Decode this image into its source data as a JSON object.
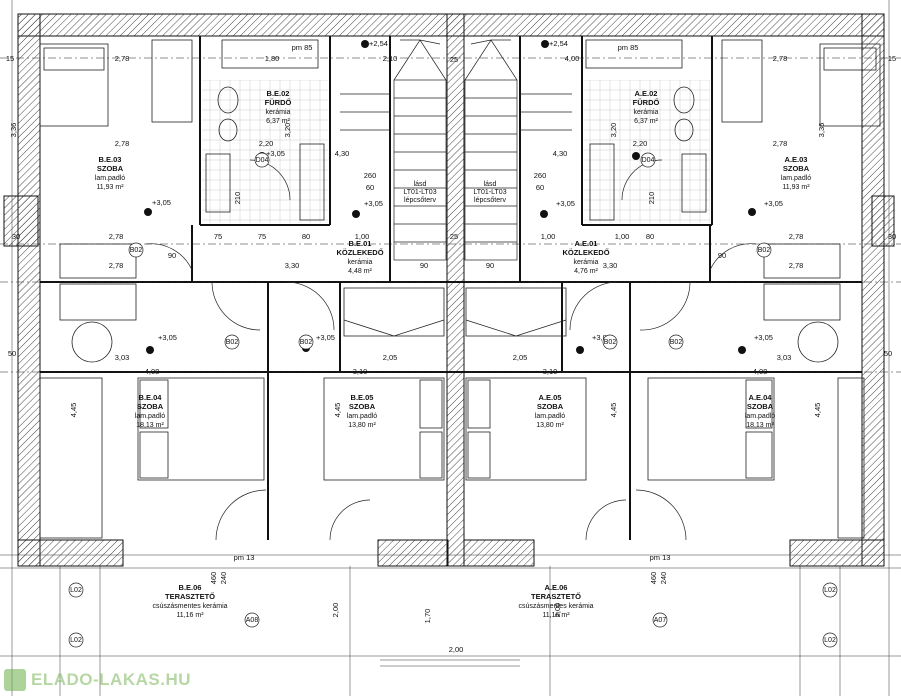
{
  "rooms": [
    {
      "code": "B.E.03",
      "name": "SZOBA",
      "floor": "lam.padló",
      "area": "11,93 m²"
    },
    {
      "code": "B.E.02",
      "name": "FÜRDŐ",
      "floor": "kerámia",
      "area": "6,37 m²"
    },
    {
      "code": "A.E.02",
      "name": "FÜRDŐ",
      "floor": "kerámia",
      "area": "6,37 m²"
    },
    {
      "code": "A.E.03",
      "name": "SZOBA",
      "floor": "lam.padló",
      "area": "11,93 m²"
    },
    {
      "code": "B.E.01",
      "name": "KÖZLEKEDŐ",
      "floor": "kerámia",
      "area": "4,48 m²"
    },
    {
      "code": "A.E.01",
      "name": "KÖZLEKEDŐ",
      "floor": "kerámia",
      "area": "4,76 m²"
    },
    {
      "code": "B.E.04",
      "name": "SZOBA",
      "floor": "lam.padló",
      "area": "18,13 m²"
    },
    {
      "code": "B.E.05",
      "name": "SZOBA",
      "floor": "lam.padló",
      "area": "13,80 m²"
    },
    {
      "code": "A.E.05",
      "name": "SZOBA",
      "floor": "lam.padló",
      "area": "13,80 m²"
    },
    {
      "code": "A.E.04",
      "name": "SZOBA",
      "floor": "lam.padló",
      "area": "18,13 m²"
    },
    {
      "code": "B.E.06",
      "name": "TERASZTETŐ",
      "floor": "csúszásmentes kerámia",
      "area": "11,16 m²"
    },
    {
      "code": "A.E.06",
      "name": "TERASZTETŐ",
      "floor": "csúszásmentes kerámia",
      "area": "11,16 m²"
    }
  ],
  "stairs": [
    {
      "l1": "lásd",
      "l2": "LT01-LT03",
      "l3": "lépcsőterv"
    },
    {
      "l1": "lásd",
      "l2": "LT01-LT03",
      "l3": "lépcsőterv"
    }
  ],
  "levels": [
    "+2,54",
    "+2,54",
    "+3,05",
    "+3,05",
    "+3,05",
    "+3,05",
    "+3,05",
    "+3,05",
    "+3,05",
    "+3,05",
    "+3,05"
  ],
  "dims": [
    "2,78",
    "2,78",
    "2,78",
    "2,78",
    "2,78",
    "2,78",
    "2,78",
    "2,78",
    "1,80",
    "2,20",
    "2,20",
    "2,10",
    "4,00",
    "4,30",
    "4,30",
    "3,30",
    "3,30",
    "3,03",
    "3,03",
    "2,05",
    "2,05",
    "4,08",
    "4,08",
    "3,10",
    "3,10",
    "4,45",
    "4,45",
    "4,45",
    "4,45",
    "1,00",
    "1,00",
    "2,00",
    "2,00",
    "1,70",
    "2,00",
    "3,20",
    "3,20",
    "3,36",
    "3,36",
    "pm 85",
    "pm 85",
    "pm 13",
    "pm 13",
    "90",
    "90",
    "90",
    "90",
    "75",
    "75",
    "80",
    "80",
    "25",
    "25",
    "260",
    "260",
    "60",
    "60",
    "210",
    "210",
    "460",
    "460",
    "240",
    "240",
    "15",
    "15",
    "30",
    "30",
    "50",
    "50",
    "1,00"
  ],
  "tags": [
    "D04",
    "D04",
    "B02",
    "B02",
    "B02",
    "B02",
    "B02",
    "B02",
    "A08",
    "A07",
    "L02",
    "L02",
    "L02",
    "L02"
  ],
  "watermark": "ELADO-LAKAS.HU",
  "colors": {
    "line": "#1a1a1a",
    "hatch": "#555555",
    "wm": "#7cb85a"
  }
}
